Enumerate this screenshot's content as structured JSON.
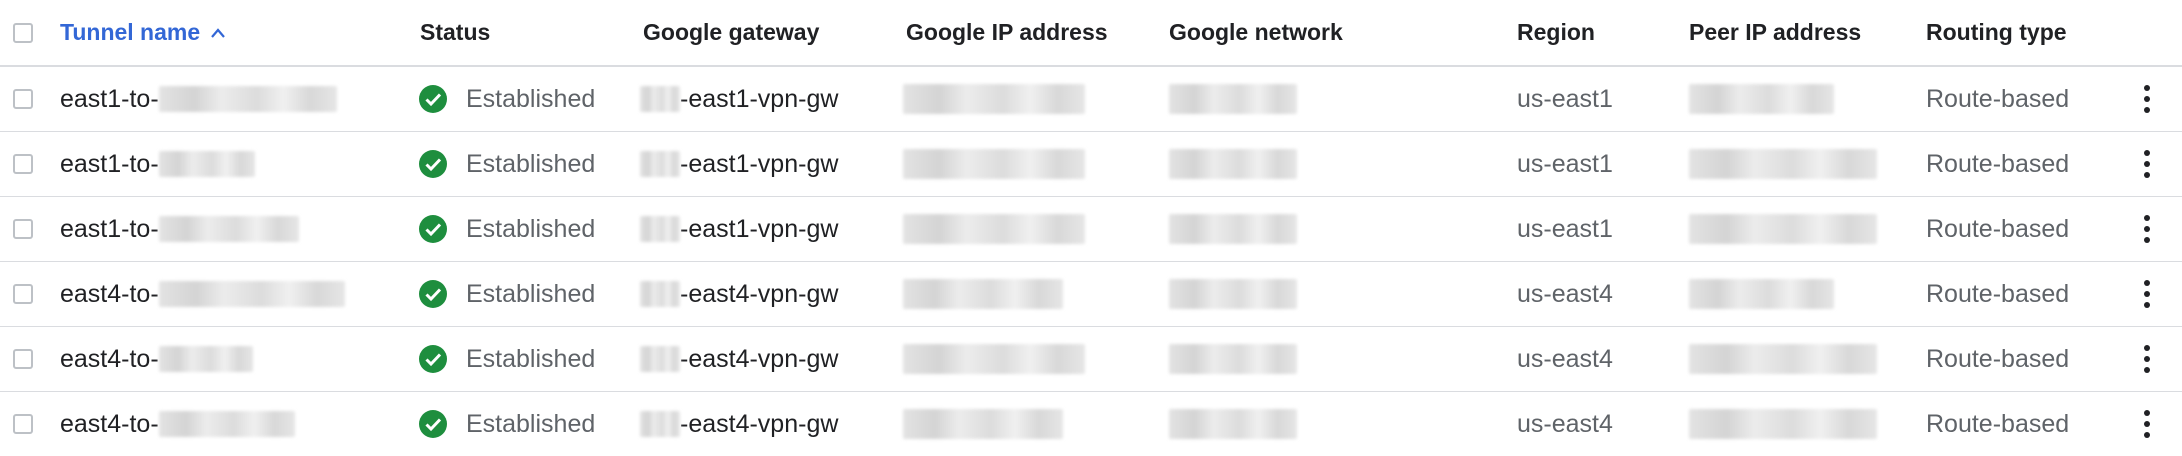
{
  "columns": {
    "tunnel_name": "Tunnel name",
    "status": "Status",
    "google_gateway": "Google gateway",
    "google_ip": "Google IP address",
    "google_network": "Google network",
    "region": "Region",
    "peer_ip": "Peer IP address",
    "routing_type": "Routing type"
  },
  "rows": [
    {
      "tunnel_prefix": "east1-to-",
      "status": "Established",
      "gateway_suffix": "-east1-vpn-gw",
      "region": "us-east1",
      "routing_type": "Route-based"
    },
    {
      "tunnel_prefix": "east1-to-",
      "status": "Established",
      "gateway_suffix": "-east1-vpn-gw",
      "region": "us-east1",
      "routing_type": "Route-based"
    },
    {
      "tunnel_prefix": "east1-to-",
      "status": "Established",
      "gateway_suffix": "-east1-vpn-gw",
      "region": "us-east1",
      "routing_type": "Route-based"
    },
    {
      "tunnel_prefix": "east4-to-",
      "status": "Established",
      "gateway_suffix": "-east4-vpn-gw",
      "region": "us-east4",
      "routing_type": "Route-based"
    },
    {
      "tunnel_prefix": "east4-to-",
      "status": "Established",
      "gateway_suffix": "-east4-vpn-gw",
      "region": "us-east4",
      "routing_type": "Route-based"
    },
    {
      "tunnel_prefix": "east4-to-",
      "status": "Established",
      "gateway_suffix": "-east4-vpn-gw",
      "region": "us-east4",
      "routing_type": "Route-based"
    }
  ],
  "icons": {
    "status_ok": "check-circle-icon",
    "row_menu": "more-vert-icon",
    "sort": "arrow-up-icon"
  },
  "colors": {
    "link": "#3367d6",
    "success": "#1e8e3e",
    "border": "#dadce0"
  }
}
